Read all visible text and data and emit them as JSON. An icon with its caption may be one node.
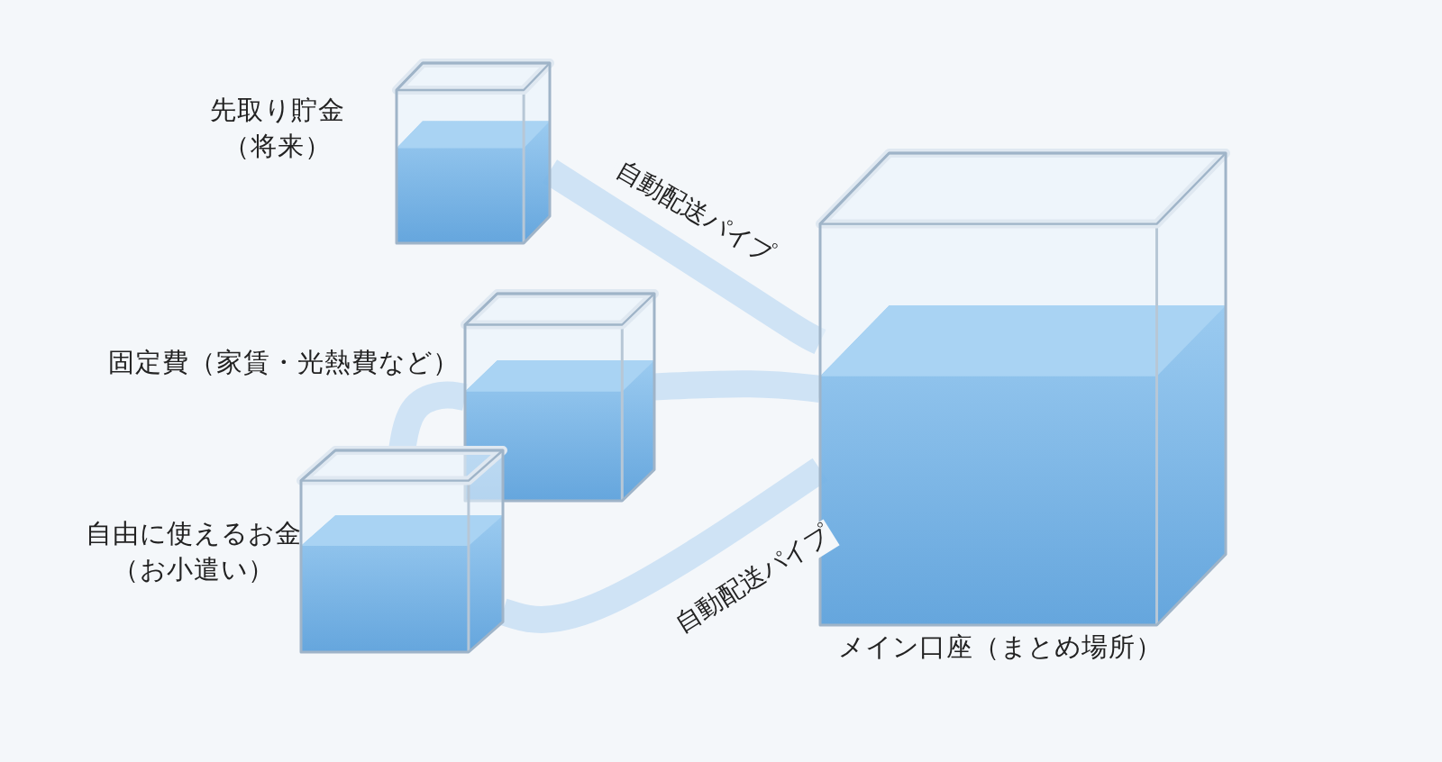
{
  "diagram": {
    "nodes": [
      {
        "text": [
          "先取り貯金（将来）"
        ]
      },
      {
        "text": [
          "固定費（家賃・光熱費など）"
        ]
      },
      {
        "text": [
          "自由に使えるお金（お小遣い）"
        ]
      },
      {
        "text": [
          "メイン口座（まとめ場所）"
        ]
      }
    ],
    "edges": [
      {
        "from": 0,
        "to": 3,
        "arrow": "none",
        "label": "自動配送パイプ"
      },
      {
        "from": 1,
        "to": 3,
        "arrow": "none"
      },
      {
        "from": 2,
        "to": 1,
        "arrow": "none"
      },
      {
        "from": 2,
        "to": 3,
        "arrow": "none",
        "label": "自動配送パイプ"
      }
    ]
  }
}
